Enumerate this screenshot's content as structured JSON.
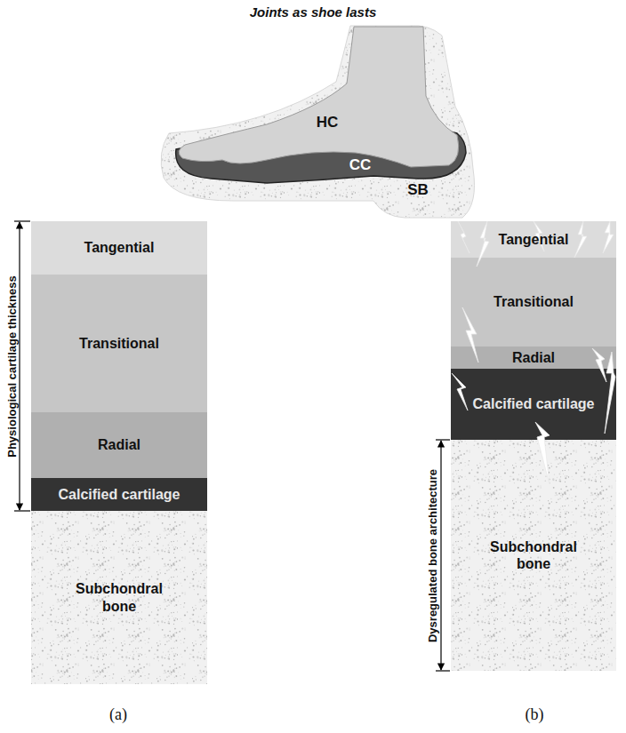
{
  "diagram": {
    "title": "Joints as shoe lasts",
    "nodes": [
      {
        "text": [
          "Tangential"
        ]
      },
      {
        "text": [
          "Transitional"
        ]
      },
      {
        "text": [
          "Radial"
        ]
      },
      {
        "text": [
          "Calcified cartilage"
        ]
      },
      {
        "text": [
          "Subchondral bone"
        ]
      },
      {
        "text": [
          "Tangential"
        ]
      },
      {
        "text": [
          "Transitional"
        ]
      },
      {
        "text": [
          "Radial"
        ]
      },
      {
        "text": [
          "Calcified cartilage"
        ]
      },
      {
        "text": [
          "Subchondral bone"
        ]
      }
    ],
    "labels": [
      "HC",
      "CC",
      "SB",
      "Physiological cartilage thickness",
      "Dysregulated bone architecture",
      "(a)",
      "(b)"
    ]
  }
}
